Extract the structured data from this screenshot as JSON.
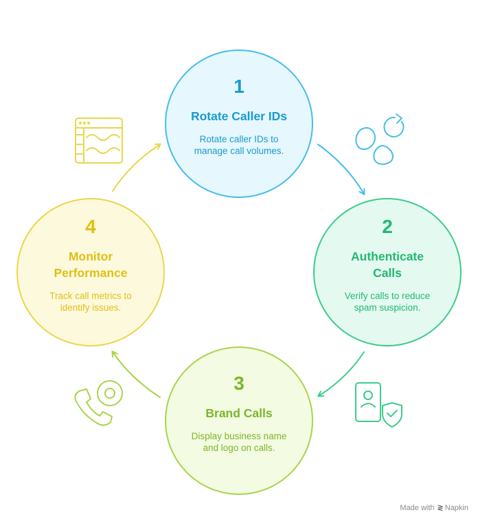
{
  "steps": [
    {
      "number": "1",
      "title": "Rotate Caller IDs",
      "desc_lines": [
        "Rotate caller IDs to",
        "manage call volumes."
      ],
      "stroke": "#45bde8",
      "fill": "#e6f7fd",
      "text_color": "#1a9ad0"
    },
    {
      "number": "2",
      "title_lines": [
        "Authenticate",
        "Calls"
      ],
      "desc_lines": [
        "Verify calls to reduce",
        "spam suspicion."
      ],
      "stroke": "#3ccb8a",
      "fill": "#e4faf0",
      "text_color": "#22b772"
    },
    {
      "number": "3",
      "title": "Brand Calls",
      "desc_lines": [
        "Display business name",
        "and logo on calls."
      ],
      "stroke": "#a8d44a",
      "fill": "#f3fbe2",
      "text_color": "#7fb52c"
    },
    {
      "number": "4",
      "title_lines": [
        "Monitor",
        "Performance"
      ],
      "desc_lines": [
        "Track call metrics to",
        "identify issues."
      ],
      "stroke": "#ead64a",
      "fill": "#fdf9dd",
      "text_color": "#dfc015"
    }
  ],
  "icons": {
    "step1": "refresh-shapes-icon",
    "step2": "verified-contact-icon",
    "step3": "phone-call-icon",
    "step4": "dashboard-chart-icon"
  },
  "footer": {
    "made_with": "Made with",
    "brand": "Napkin"
  }
}
